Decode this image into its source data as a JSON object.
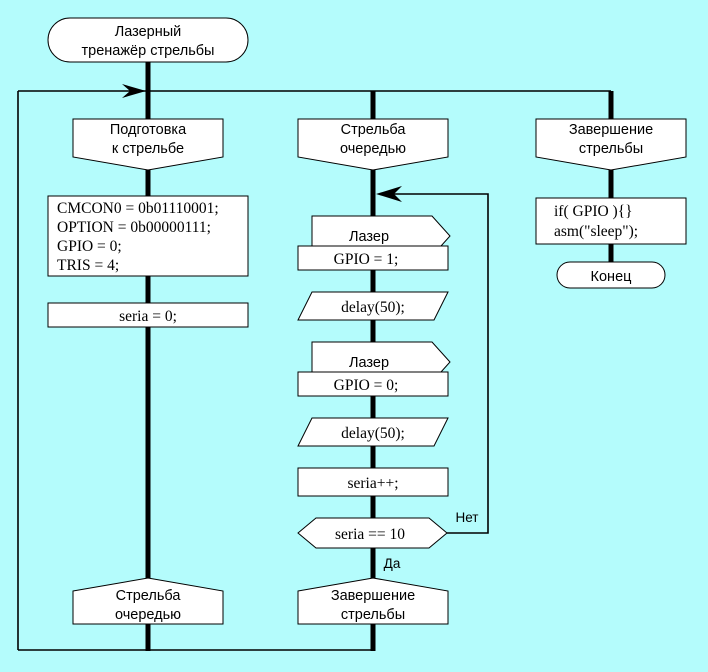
{
  "diagram": {
    "title_shape": {
      "line1": "Лазерный",
      "line2": "тренажёр стрельбы"
    },
    "background_color": "#b4fcfc",
    "shape_fill": "#ffffff",
    "stroke_color": "#000000",
    "columns": {
      "left": {
        "header": {
          "line1": "Подготовка",
          "line2": "к стрельбе"
        },
        "code_block": {
          "line1": "CMCON0 = 0b01110001;",
          "line2": "OPTION = 0b00000111;",
          "line3": "GPIO = 0;",
          "line4": "TRIS = 4;"
        },
        "assign": "seria = 0;",
        "footer": {
          "line1": "Стрельба",
          "line2": "очередью"
        }
      },
      "middle": {
        "header": {
          "line1": "Стрельба",
          "line2": "очередью"
        },
        "laser_on": {
          "title": "Лазер",
          "body": "GPIO = 1;"
        },
        "delay_1": "delay(50);",
        "laser_off": {
          "title": "Лазер",
          "body": "GPIO = 0;"
        },
        "delay_2": "delay(50);",
        "increment": "seria++;",
        "decision": {
          "condition": "seria == 10",
          "label_no": "Нет",
          "label_yes": "Да"
        },
        "footer": {
          "line1": "Завершение",
          "line2": "стрельбы"
        }
      },
      "right": {
        "header": {
          "line1": "Завершение",
          "line2": "стрельбы"
        },
        "code_block": {
          "line1": "if( GPIO ){}",
          "line2": "asm(\"sleep\");"
        },
        "terminator": "Конец"
      }
    }
  }
}
